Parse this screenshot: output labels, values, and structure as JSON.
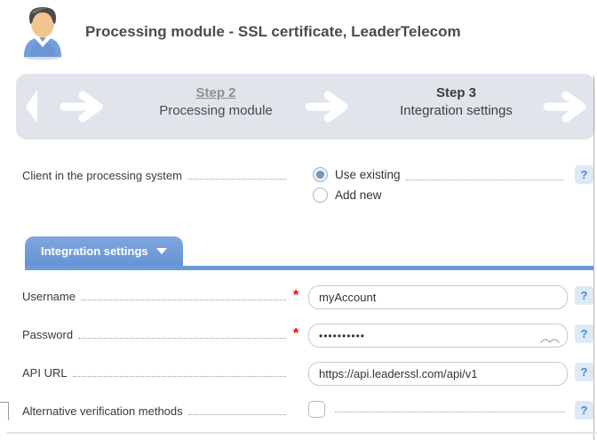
{
  "header": {
    "title": "Processing module - SSL certificate, LeaderTelecom"
  },
  "stepper": {
    "prev": {
      "step": "Step 2",
      "label": "Processing module"
    },
    "current": {
      "step": "Step 3",
      "label": "Integration settings"
    }
  },
  "client_row": {
    "label": "Client in the processing system",
    "options": [
      {
        "label": "Use existing",
        "selected": true
      },
      {
        "label": "Add new",
        "selected": false
      }
    ]
  },
  "tab": {
    "label": "Integration settings"
  },
  "form": {
    "rows": [
      {
        "label": "Username",
        "required": true,
        "value": "myAccount",
        "type": "text"
      },
      {
        "label": "Password",
        "required": true,
        "value": "••••••••••",
        "type": "password"
      },
      {
        "label": "API URL",
        "required": false,
        "value": "https://api.leaderssl.com/api/v1",
        "type": "text"
      },
      {
        "label": "Alternative verification methods",
        "required": false,
        "type": "checkbox",
        "checked": false
      }
    ],
    "required_marker": "*"
  },
  "icons": {
    "help_glyph": "?",
    "avatar": "user-avatar-icon",
    "step_back": "chevron-left-icon",
    "step_forward": "arrow-right-icon",
    "password_toggle": "closed-eye-icon",
    "tab_caret": "caret-down-icon"
  },
  "colors": {
    "tab_blue": "#6d9ad8",
    "stepbar_bg": "#e0e4eb",
    "help_bg": "#ddeaf5",
    "help_fg": "#4c86c4",
    "required_red": "#e3000f",
    "radio_dot": "#7d95ad"
  }
}
